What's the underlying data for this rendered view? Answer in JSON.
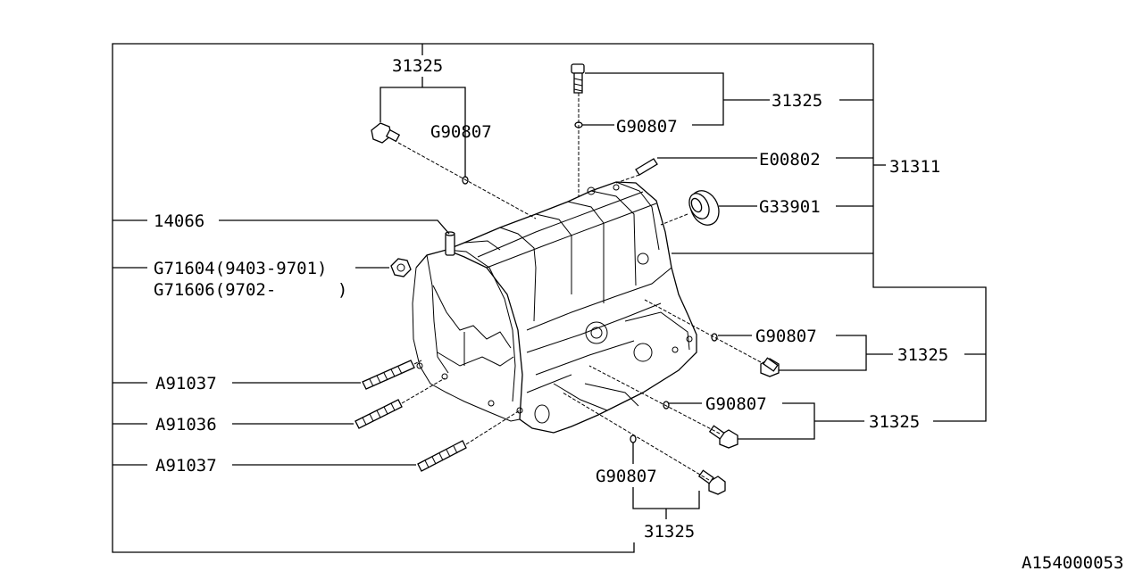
{
  "diagram_id": "A154000053",
  "labels": {
    "l31325_top": "31325",
    "g90807_tl": "G90807",
    "l31325_tr": "31325",
    "g90807_tr": "G90807",
    "e00802": "E00802",
    "l31311": "31311",
    "g33901": "G33901",
    "l14066": "14066",
    "g71604": "G71604(9403-9701)",
    "g71606": "G71606(9702-      )",
    "g90807_r1": "G90807",
    "l31325_r1": "31325",
    "g90807_r2": "G90807",
    "l31325_r2": "31325",
    "g90807_b": "G90807",
    "l31325_b": "31325",
    "a91037_1": "A91037",
    "a91036": "A91036",
    "a91037_2": "A91037"
  }
}
